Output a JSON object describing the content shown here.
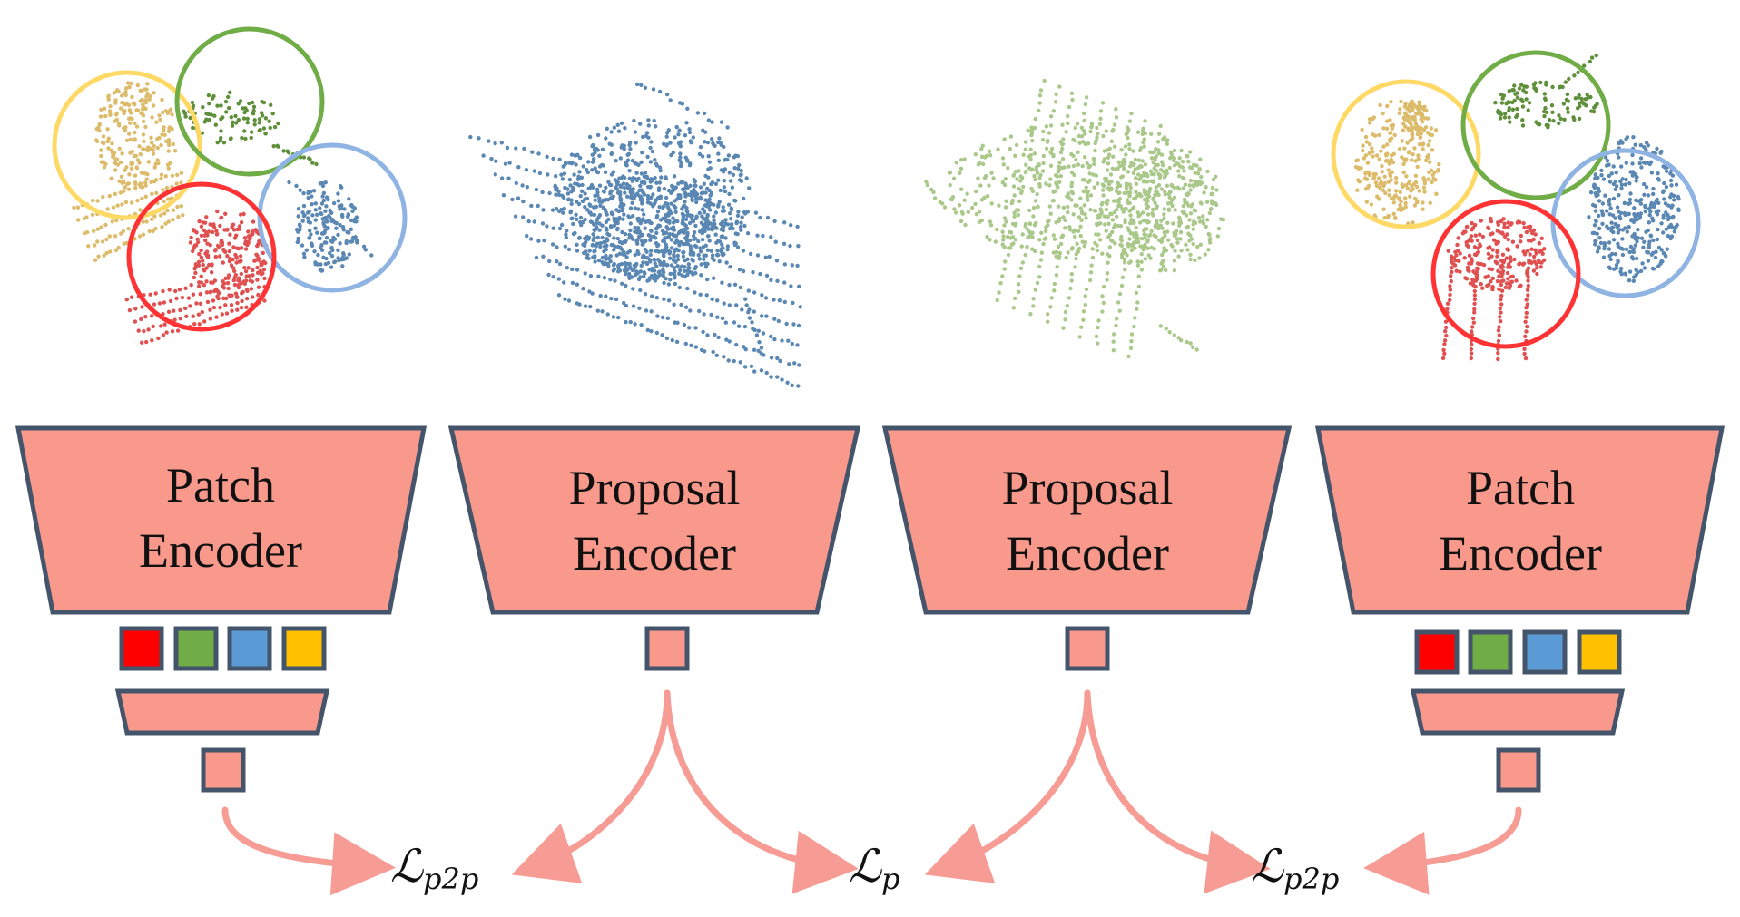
{
  "colors": {
    "encoder_fill": "#f9998c",
    "encoder_stroke": "#44546a",
    "arrow": "#f79c94",
    "red": "#ff0000",
    "green": "#70ad47",
    "blue": "#5b9bd5",
    "yellow": "#ffc000",
    "circle_yellow": "#ffd966",
    "circle_green": "#70ad47",
    "circle_blue": "#8fb4e3",
    "circle_red": "#ff3333",
    "points_blue": "#5b87b3",
    "points_green": "#a9c88a",
    "points_yellow": "#dcbb6a",
    "points_red": "#e05050",
    "points_green_dark": "#5f8f3a"
  },
  "encoders": [
    {
      "line1": "Patch",
      "line2": "Encoder"
    },
    {
      "line1": "Proposal",
      "line2": "Encoder"
    },
    {
      "line1": "Proposal",
      "line2": "Encoder"
    },
    {
      "line1": "Patch",
      "line2": "Encoder"
    }
  ],
  "losses": [
    {
      "symbol": "ℒ",
      "sub": "p2p"
    },
    {
      "symbol": "ℒ",
      "sub": "p"
    },
    {
      "symbol": "ℒ",
      "sub": "p2p"
    }
  ],
  "token_colors": [
    "red",
    "green",
    "blue",
    "yellow"
  ]
}
